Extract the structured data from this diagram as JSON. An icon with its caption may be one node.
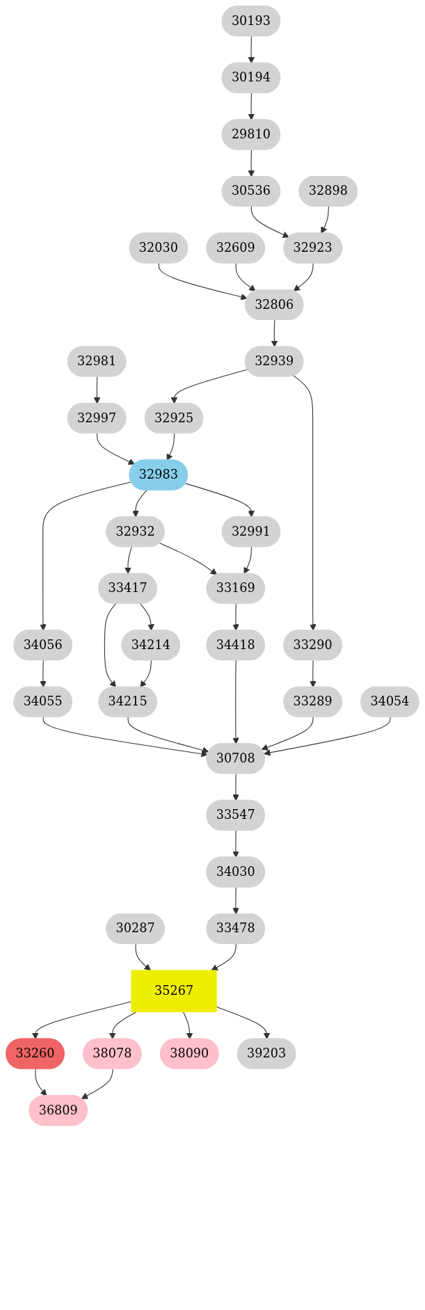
{
  "diagram": {
    "nodes": [
      {
        "text": [
          "30193"
        ]
      },
      {
        "text": [
          "30194"
        ]
      },
      {
        "text": [
          "29810"
        ]
      },
      {
        "text": [
          "30536"
        ]
      },
      {
        "text": [
          "32898"
        ]
      },
      {
        "text": [
          "32030"
        ]
      },
      {
        "text": [
          "32609"
        ]
      },
      {
        "text": [
          "32923"
        ]
      },
      {
        "text": [
          "32806"
        ]
      },
      {
        "text": [
          "32981"
        ]
      },
      {
        "text": [
          "32939"
        ]
      },
      {
        "text": [
          "32997"
        ]
      },
      {
        "text": [
          "32925"
        ]
      },
      {
        "text": [
          "33290"
        ]
      },
      {
        "text": [
          "32983"
        ]
      },
      {
        "text": [
          "33289"
        ]
      },
      {
        "text": [
          "34056"
        ]
      },
      {
        "text": [
          "32932"
        ]
      },
      {
        "text": [
          "32991"
        ]
      },
      {
        "text": [
          "33417"
        ]
      },
      {
        "text": [
          "33169"
        ]
      },
      {
        "text": [
          "34055"
        ]
      },
      {
        "text": [
          "34214"
        ]
      },
      {
        "text": [
          "34215"
        ]
      },
      {
        "text": [
          "34418"
        ]
      },
      {
        "text": [
          "34054"
        ]
      },
      {
        "text": [
          "30708"
        ]
      },
      {
        "text": [
          "33547"
        ]
      },
      {
        "text": [
          "34030"
        ]
      },
      {
        "text": [
          "30287"
        ]
      },
      {
        "text": [
          "33478"
        ]
      },
      {
        "text": [
          "35267"
        ]
      },
      {
        "text": [
          "33260"
        ]
      },
      {
        "text": [
          "38078"
        ]
      },
      {
        "text": [
          "38090"
        ]
      },
      {
        "text": [
          "39203"
        ]
      },
      {
        "text": [
          "36809"
        ]
      }
    ],
    "edges": [
      {
        "from": 0,
        "to": 1,
        "arrow": "to"
      },
      {
        "from": 1,
        "to": 2,
        "arrow": "to"
      },
      {
        "from": 2,
        "to": 3,
        "arrow": "to"
      },
      {
        "from": 3,
        "to": 7,
        "arrow": "to"
      },
      {
        "from": 4,
        "to": 7,
        "arrow": "to"
      },
      {
        "from": 5,
        "to": 8,
        "arrow": "to"
      },
      {
        "from": 6,
        "to": 8,
        "arrow": "to"
      },
      {
        "from": 7,
        "to": 8,
        "arrow": "to"
      },
      {
        "from": 8,
        "to": 10,
        "arrow": "to"
      },
      {
        "from": 9,
        "to": 11,
        "arrow": "to"
      },
      {
        "from": 10,
        "to": 12,
        "arrow": "to"
      },
      {
        "from": 10,
        "to": 13,
        "arrow": "to"
      },
      {
        "from": 11,
        "to": 14,
        "arrow": "to"
      },
      {
        "from": 12,
        "to": 14,
        "arrow": "to"
      },
      {
        "from": 13,
        "to": 15,
        "arrow": "to"
      },
      {
        "from": 14,
        "to": 16,
        "arrow": "to"
      },
      {
        "from": 14,
        "to": 17,
        "arrow": "to"
      },
      {
        "from": 14,
        "to": 18,
        "arrow": "to"
      },
      {
        "from": 17,
        "to": 19,
        "arrow": "to"
      },
      {
        "from": 17,
        "to": 20,
        "arrow": "to"
      },
      {
        "from": 18,
        "to": 20,
        "arrow": "to"
      },
      {
        "from": 16,
        "to": 21,
        "arrow": "to"
      },
      {
        "from": 19,
        "to": 22,
        "arrow": "to"
      },
      {
        "from": 19,
        "to": 23,
        "arrow": "to"
      },
      {
        "from": 22,
        "to": 23,
        "arrow": "to"
      },
      {
        "from": 20,
        "to": 24,
        "arrow": "to"
      },
      {
        "from": 21,
        "to": 26,
        "arrow": "to"
      },
      {
        "from": 23,
        "to": 26,
        "arrow": "to"
      },
      {
        "from": 24,
        "to": 26,
        "arrow": "to"
      },
      {
        "from": 15,
        "to": 26,
        "arrow": "to"
      },
      {
        "from": 25,
        "to": 26,
        "arrow": "to"
      },
      {
        "from": 26,
        "to": 27,
        "arrow": "to"
      },
      {
        "from": 27,
        "to": 28,
        "arrow": "to"
      },
      {
        "from": 28,
        "to": 30,
        "arrow": "to"
      },
      {
        "from": 29,
        "to": 31,
        "arrow": "to"
      },
      {
        "from": 30,
        "to": 31,
        "arrow": "to"
      },
      {
        "from": 31,
        "to": 32,
        "arrow": "to"
      },
      {
        "from": 31,
        "to": 33,
        "arrow": "to"
      },
      {
        "from": 31,
        "to": 34,
        "arrow": "to"
      },
      {
        "from": 31,
        "to": 35,
        "arrow": "to"
      },
      {
        "from": 32,
        "to": 36,
        "arrow": "to"
      },
      {
        "from": 33,
        "to": 36,
        "arrow": "to"
      }
    ]
  }
}
